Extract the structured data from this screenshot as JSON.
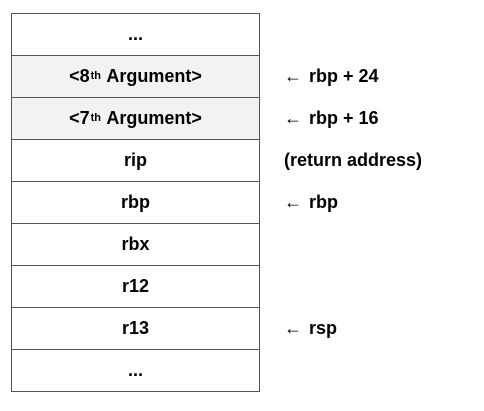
{
  "stack_cells": [
    {
      "label": "...",
      "shaded": false
    },
    {
      "label_prefix": "<8",
      "label_sup": "th",
      "label_suffix": " Argument>",
      "shaded": true
    },
    {
      "label_prefix": "<7",
      "label_sup": "th",
      "label_suffix": " Argument>",
      "shaded": true
    },
    {
      "label": "rip",
      "shaded": false
    },
    {
      "label": "rbp",
      "shaded": false
    },
    {
      "label": "rbx",
      "shaded": false
    },
    {
      "label": "r12",
      "shaded": false
    },
    {
      "label": "r13",
      "shaded": false
    },
    {
      "label": "...",
      "shaded": false
    }
  ],
  "annotations": [
    {
      "row": 1,
      "arrow": "←",
      "text": "rbp + 24"
    },
    {
      "row": 2,
      "arrow": "←",
      "text": "rbp + 16"
    },
    {
      "row": 3,
      "arrow": "",
      "text": "(return address)"
    },
    {
      "row": 4,
      "arrow": "←",
      "text": "rbp"
    },
    {
      "row": 7,
      "arrow": "←",
      "text": "rsp"
    }
  ]
}
